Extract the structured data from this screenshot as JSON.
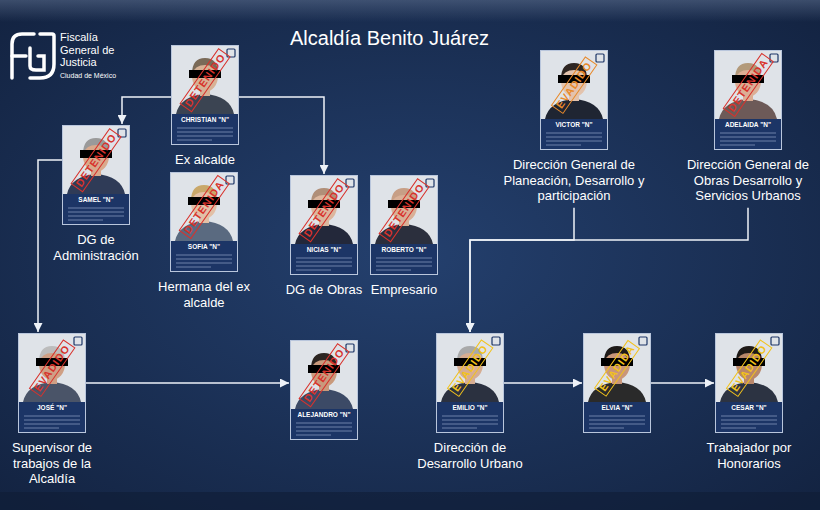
{
  "diagram": {
    "title": "Alcaldía Benito Juárez",
    "nodes": [
      {
        "text": [
          "DETENIDO",
          "CHRISTIAN \"N\"",
          "Ex alcalde"
        ]
      },
      {
        "text": [
          "DETENIDO",
          "SAMEL \"N\"",
          "DG de Administración"
        ]
      },
      {
        "text": [
          "DETENIDA",
          "SOFIA \"N\"",
          "Hermana del ex alcalde"
        ]
      },
      {
        "text": [
          "DETENIDO",
          "NICIAS \"N\"",
          "DG de Obras"
        ]
      },
      {
        "text": [
          "DETENIDO",
          "ROBERTO \"N\"",
          "Empresario"
        ]
      },
      {
        "text": [
          "EVADIDO",
          "VICTOR \"N\"",
          "Dirección General de Planeación, Desarrollo y participación"
        ]
      },
      {
        "text": [
          "DETENIDA",
          "ADELAIDA \"N\"",
          "Dirección General de Obras Desarrollo y Servicios Urbanos"
        ]
      },
      {
        "text": [
          "EVADIDO",
          "JOSÉ \"N\"",
          "Supervisor de trabajos de la Alcaldía"
        ]
      },
      {
        "text": [
          "DETENIDO",
          "ALEJANDRO \"N\""
        ]
      },
      {
        "text": [
          "EVADIDO",
          "EMILIO \"N\"",
          "Dirección de Desarrollo Urbano"
        ]
      },
      {
        "text": [
          "EVADIDA",
          "ELVIA \"N\""
        ]
      },
      {
        "text": [
          "EVADIDO",
          "CESAR \"N\"",
          "Trabajador por Honorarios"
        ]
      }
    ],
    "edges": [
      {
        "from": 0,
        "to": 1,
        "arrow": "to"
      },
      {
        "from": 0,
        "to": 3,
        "arrow": "to"
      },
      {
        "from": 1,
        "to": 7,
        "arrow": "to"
      },
      {
        "from": 7,
        "to": 8,
        "arrow": "to"
      },
      {
        "from": 5,
        "to": 9,
        "arrow": "to"
      },
      {
        "from": 6,
        "to": 9,
        "arrow": "to"
      },
      {
        "from": 9,
        "to": 10,
        "arrow": "to"
      },
      {
        "from": 10,
        "to": 11,
        "arrow": "to"
      }
    ],
    "labels": [
      "Fiscalía General de Justicia",
      "Ciudad de México"
    ]
  }
}
